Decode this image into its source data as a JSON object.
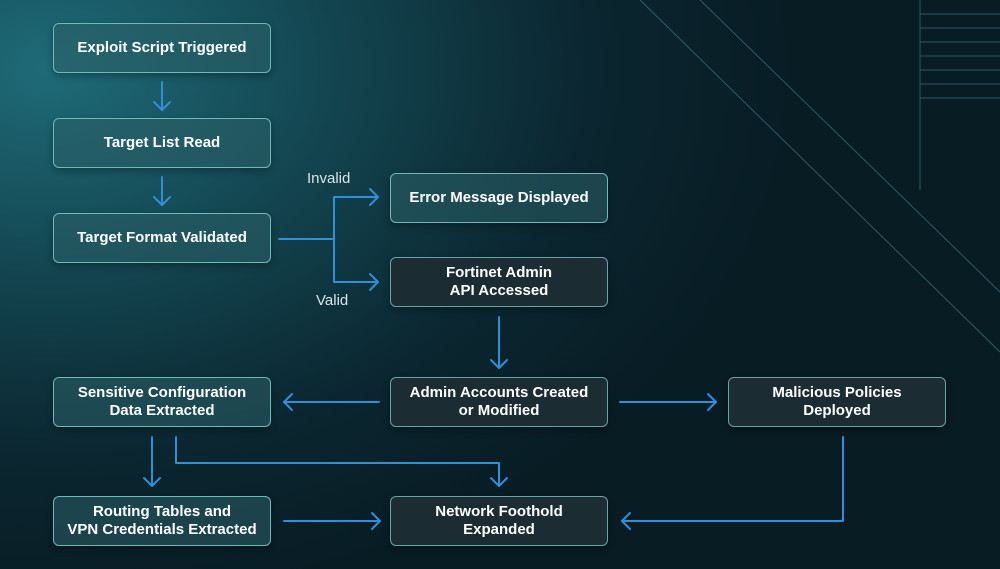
{
  "colors": {
    "accent": "#2f8fd8",
    "node_border": "#6fb9b8",
    "text": "#ffffff"
  },
  "nodes": {
    "exploit": {
      "label": "Exploit Script Triggered"
    },
    "target_list": {
      "label": "Target List Read"
    },
    "format_validated": {
      "label": "Target Format Validated"
    },
    "error": {
      "label": "Error Message Displayed"
    },
    "api": {
      "line1": "Fortinet Admin",
      "line2": "API Accessed"
    },
    "admin_accounts": {
      "line1": "Admin Accounts Created",
      "line2": "or Modified"
    },
    "sensitive": {
      "line1": "Sensitive Configuration",
      "line2": "Data Extracted"
    },
    "policies": {
      "line1": "Malicious Policies",
      "line2": "Deployed"
    },
    "routing": {
      "line1": "Routing Tables and",
      "line2": "VPN Credentials Extracted"
    },
    "foothold": {
      "line1": "Network Foothold",
      "line2": "Expanded"
    }
  },
  "edge_labels": {
    "invalid": "Invalid",
    "valid": "Valid"
  }
}
